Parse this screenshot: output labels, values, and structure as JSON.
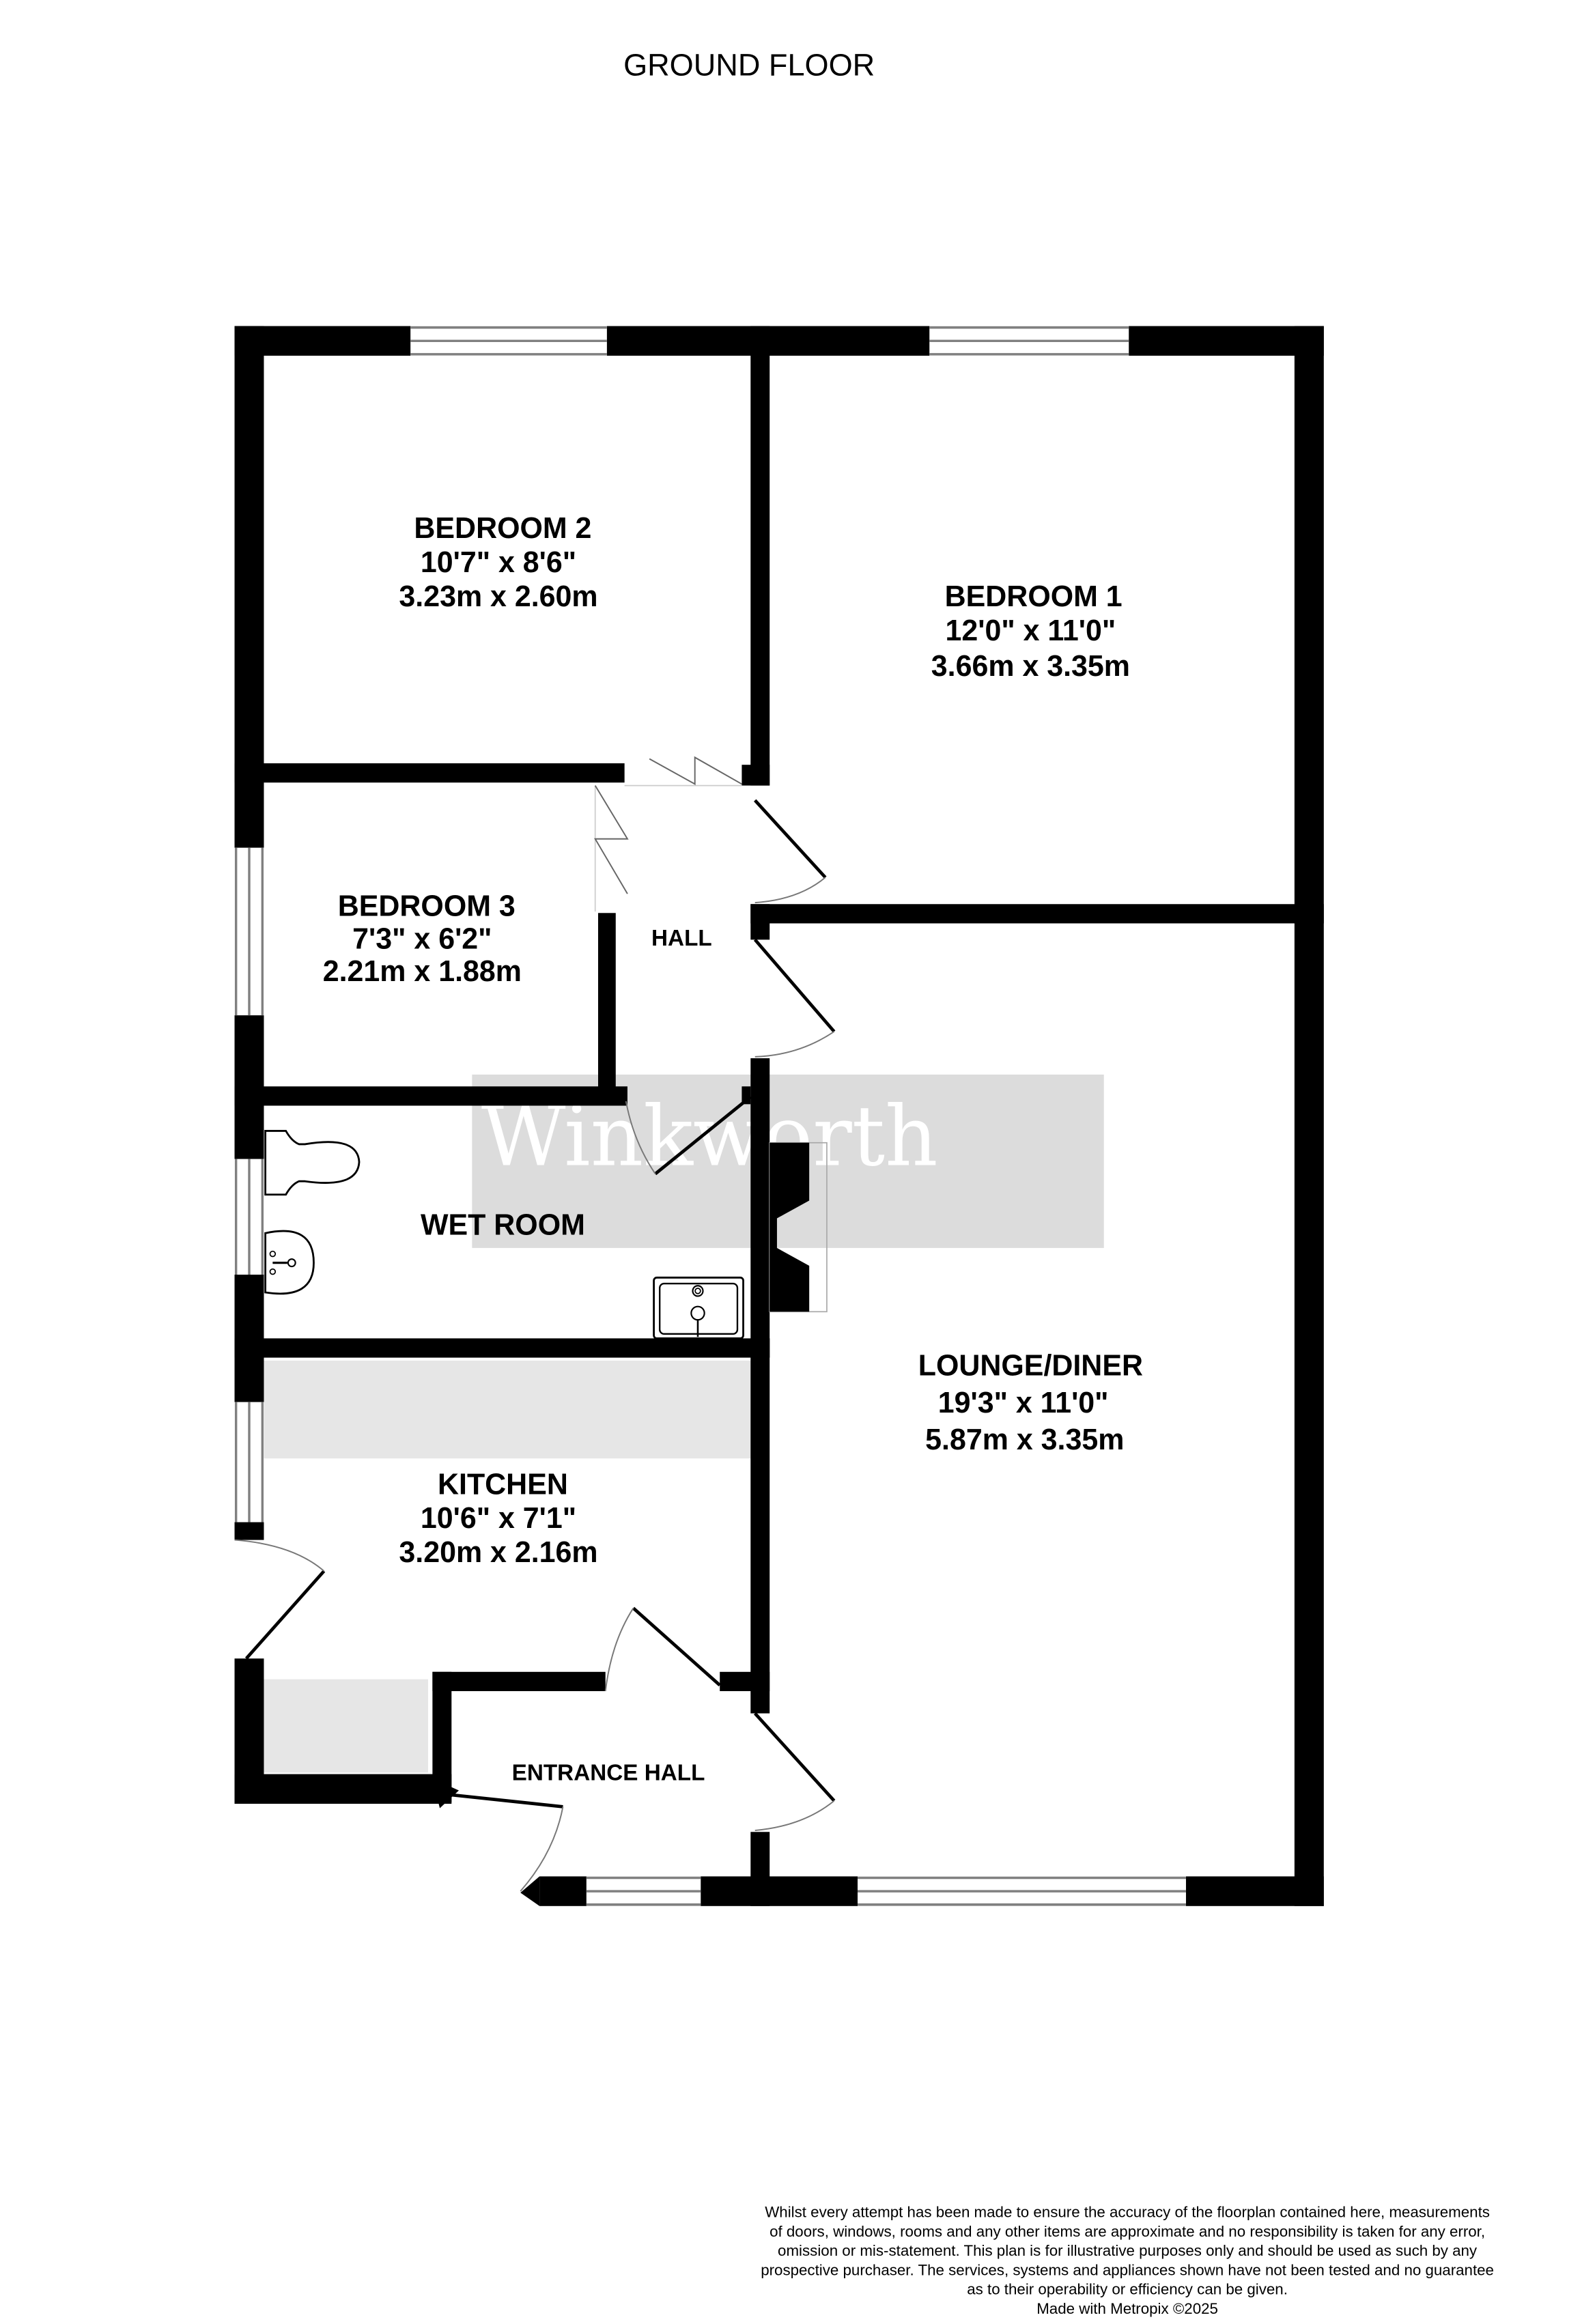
{
  "title": "GROUND FLOOR",
  "rooms": {
    "bedroom2": {
      "name": "BEDROOM 2",
      "imperial": "10'7\"  x 8'6\"",
      "metric": "3.23m  x 2.60m"
    },
    "bedroom1": {
      "name": "BEDROOM 1",
      "imperial": "12'0\"  x 11'0\"",
      "metric": "3.66m  x 3.35m"
    },
    "bedroom3": {
      "name": "BEDROOM 3",
      "imperial": "7'3\"  x 6'2\"",
      "metric": "2.21m  x 1.88m"
    },
    "hall": {
      "name": "HALL"
    },
    "wet_room": {
      "name": "WET ROOM"
    },
    "lounge_diner": {
      "name": "LOUNGE/DINER",
      "imperial": "19'3\"  x 11'0\"",
      "metric": "5.87m  x 3.35m"
    },
    "kitchen": {
      "name": "KITCHEN",
      "imperial": "10'6\"  x 7'1\"",
      "metric": "3.20m  x 2.16m"
    },
    "entrance_hall": {
      "name": "ENTRANCE HALL"
    }
  },
  "watermark": "Winkworth",
  "disclaimer": {
    "lines": [
      "Whilst every attempt has been made to ensure the accuracy of the floorplan contained here, measurements",
      "of doors, windows, rooms and any other items are approximate and no responsibility is taken for any error,",
      "omission or mis-statement. This plan is for illustrative purposes only and should be used as such by any",
      "prospective purchaser. The services, systems and appliances shown have not been tested and no guarantee",
      "as to their operability or efficiency can be given."
    ],
    "credit": "Made with Metropix ©2025"
  },
  "colors": {
    "wall": "#000000",
    "window_frame": "#808080",
    "counter": "#e6e6e6",
    "watermark_box": "#dcdcdc"
  }
}
